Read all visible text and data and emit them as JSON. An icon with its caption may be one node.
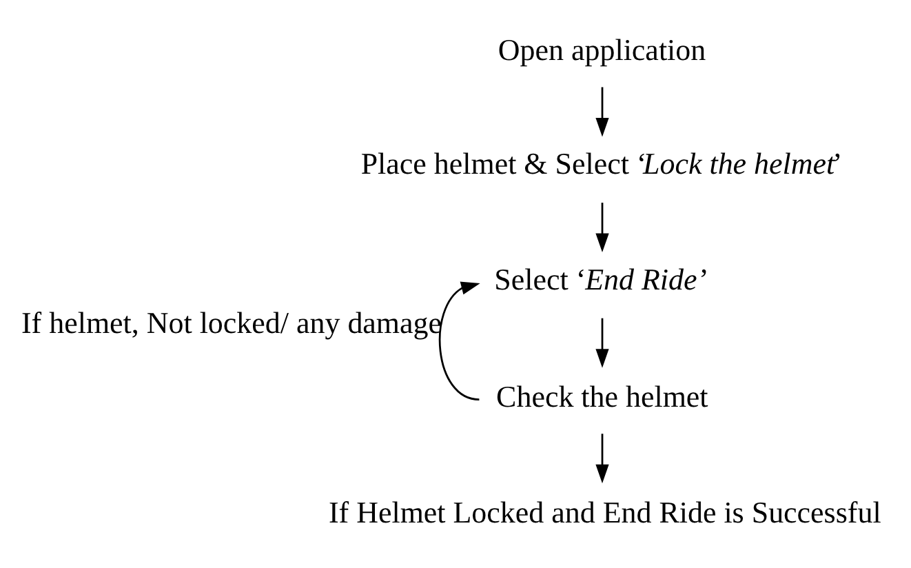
{
  "diagram": {
    "nodes": [
      {
        "text": [
          "Open application"
        ]
      },
      {
        "text": [
          "Place helmet & Select ‘*Lock the helmet*’"
        ]
      },
      {
        "text": [
          "Select ‘*End Ride*’"
        ]
      },
      {
        "text": [
          "Check the helmet"
        ]
      },
      {
        "text": [
          "If Helmet Locked and End Ride is Successful"
        ]
      }
    ],
    "edges": [
      {
        "from": 0,
        "to": 1,
        "arrow": "to"
      },
      {
        "from": 1,
        "to": 2,
        "arrow": "to"
      },
      {
        "from": 2,
        "to": 3,
        "arrow": "to"
      },
      {
        "from": 3,
        "to": 2,
        "arrow": "to",
        "label": "If helmet, Not locked/ any damage"
      },
      {
        "from": 3,
        "to": 4,
        "arrow": "to"
      }
    ]
  }
}
